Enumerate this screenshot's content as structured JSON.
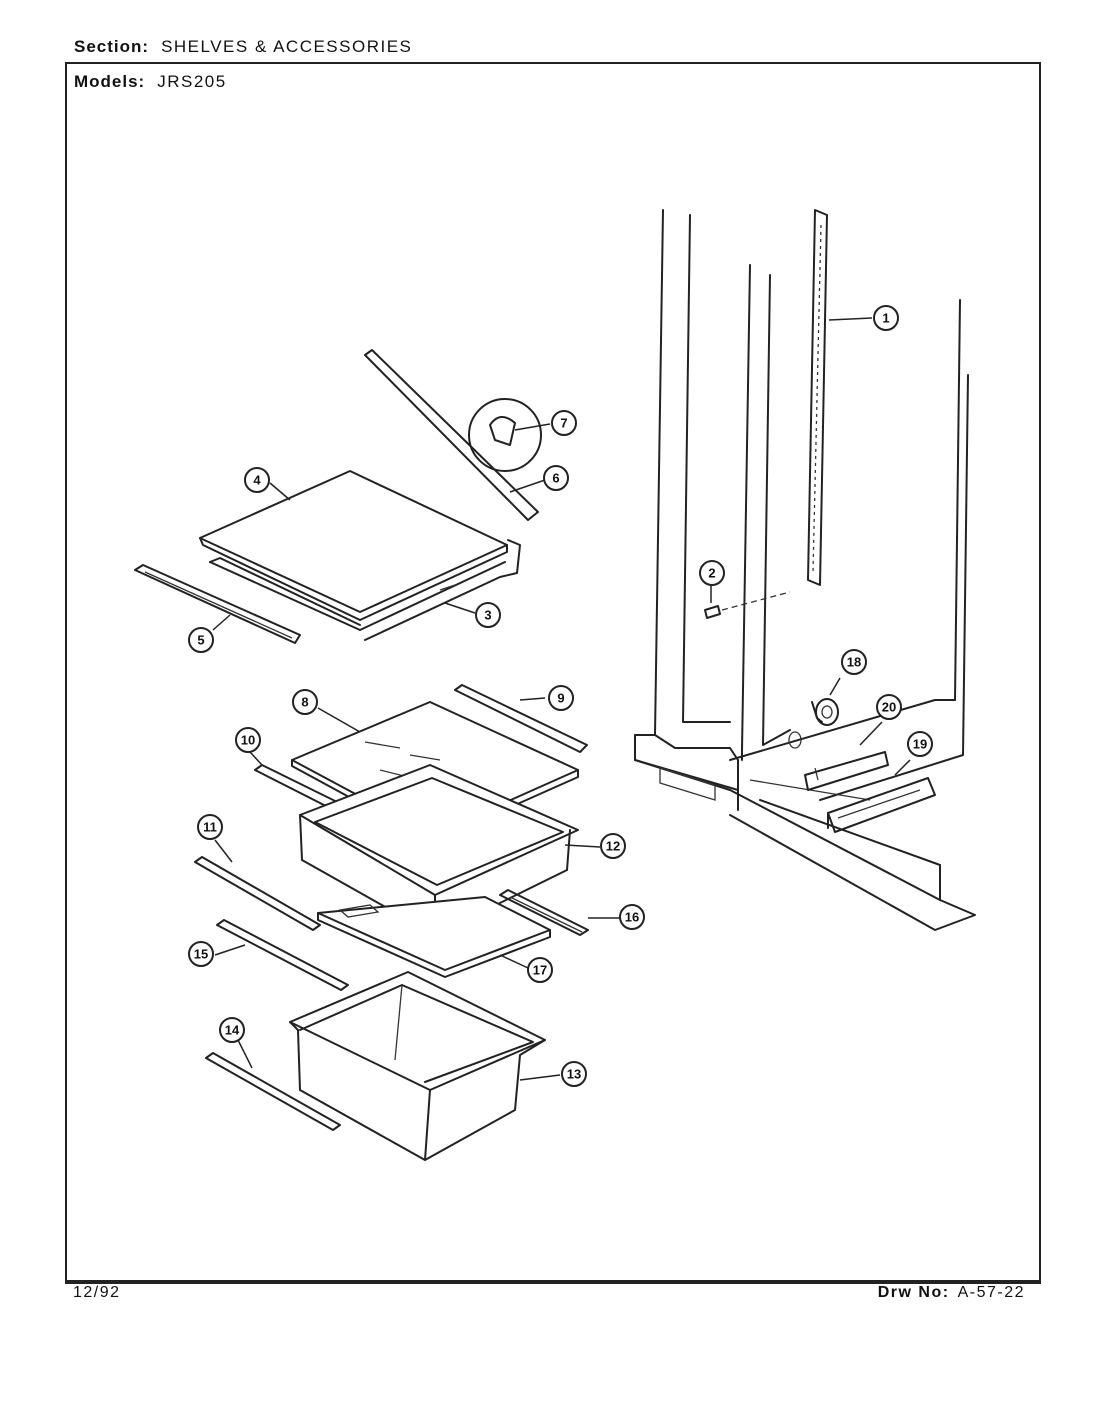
{
  "header": {
    "section_label": "Section:",
    "section_value": "SHELVES & ACCESSORIES",
    "models_label": "Models:",
    "models_value": "JRS205"
  },
  "footer": {
    "date": "12/92",
    "drawing_label": "Drw No:",
    "drawing_value": "A-57-22"
  },
  "callouts": [
    "1",
    "2",
    "3",
    "4",
    "5",
    "6",
    "7",
    "8",
    "9",
    "10",
    "11",
    "12",
    "13",
    "14",
    "15",
    "16",
    "17",
    "18",
    "19",
    "20"
  ]
}
